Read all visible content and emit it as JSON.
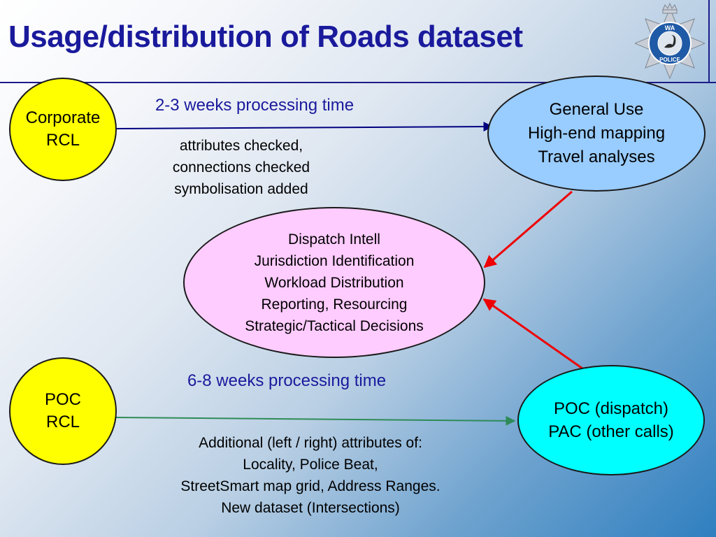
{
  "title": "Usage/distribution of Roads dataset",
  "logo": {
    "top_text": "WA",
    "bottom_text": "POLICE",
    "icon": "wa-police-badge-icon"
  },
  "nodes": {
    "corporate_rcl": {
      "lines": [
        "Corporate",
        "RCL"
      ],
      "fill": "#ffff00"
    },
    "general_use": {
      "lines": [
        "General Use",
        "High-end mapping",
        "Travel analyses"
      ],
      "fill": "#99ccff"
    },
    "dispatch": {
      "lines": [
        "Dispatch Intell",
        "Jurisdiction Identification",
        "Workload Distribution",
        "Reporting, Resourcing",
        "Strategic/Tactical Decisions"
      ],
      "fill": "#ffccff"
    },
    "poc_rcl": {
      "lines": [
        "POC",
        "RCL"
      ],
      "fill": "#ffff00"
    },
    "poc_dispatch": {
      "lines": [
        "POC (dispatch)",
        "PAC (other calls)"
      ],
      "fill": "#00ffff"
    }
  },
  "labels": {
    "top_time": "2-3 weeks processing time",
    "top_notes": [
      "attributes checked,",
      "connections checked",
      "symbolisation added"
    ],
    "bottom_time": "6-8 weeks processing time",
    "bottom_notes": [
      "Additional (left / right) attributes of:",
      "Locality, Police Beat,",
      "StreetSmart map grid, Address Ranges.",
      "New dataset (Intersections)"
    ]
  },
  "colors": {
    "title": "#1a1a9c",
    "arrow_top": "#000080",
    "arrow_red": "#ee0000",
    "arrow_green": "#2e8b57"
  }
}
